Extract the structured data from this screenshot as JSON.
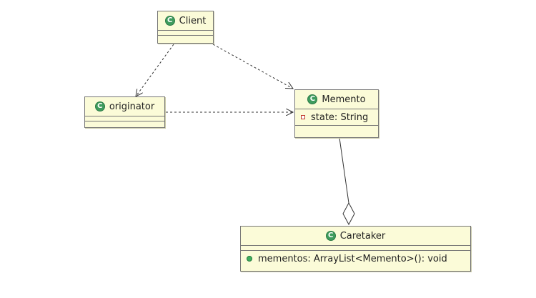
{
  "diagram": {
    "classes": {
      "client": {
        "name": "Client"
      },
      "originator": {
        "name": "originator"
      },
      "memento": {
        "name": "Memento",
        "attribute": "state: String"
      },
      "caretaker": {
        "name": "Caretaker",
        "member": "mementos: ArrayList<Memento>(): void"
      }
    },
    "relationships": [
      {
        "from": "Client",
        "to": "originator",
        "kind": "dependency"
      },
      {
        "from": "Client",
        "to": "Memento",
        "kind": "dependency"
      },
      {
        "from": "originator",
        "to": "Memento",
        "kind": "dependency"
      },
      {
        "from": "Caretaker",
        "to": "Memento",
        "kind": "aggregation"
      }
    ],
    "colors": {
      "class_fill": "#fbfbd8",
      "border": "#777777",
      "class_icon": "#3f9c5e"
    }
  }
}
